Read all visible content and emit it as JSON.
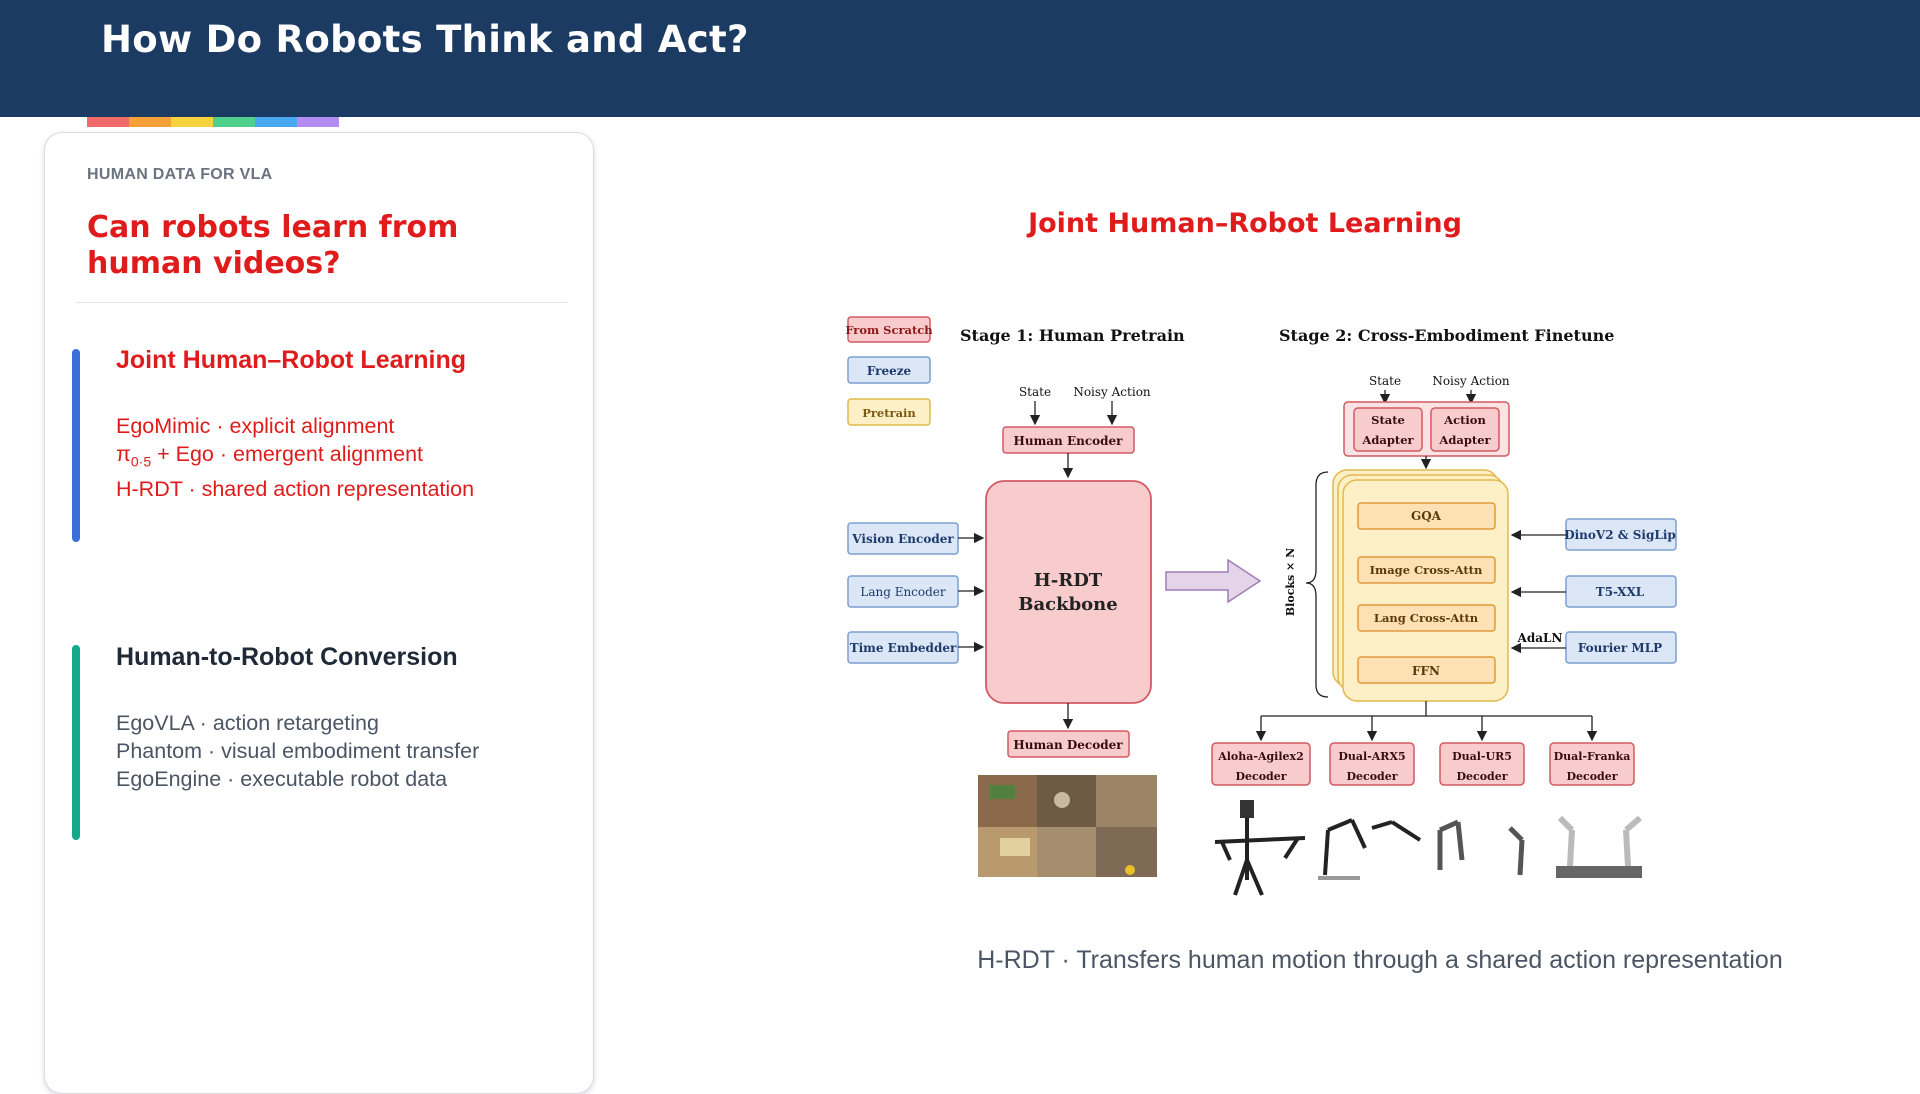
{
  "header": {
    "title": "How Do Robots Think and Act?"
  },
  "colors": {
    "header_bg": "#1b3b63",
    "accent_red": "#e01b1b",
    "bar_blue": "#3b6fd8",
    "bar_green": "#14a88a",
    "rainbow": [
      "#f06a6a",
      "#f5a13a",
      "#f6d33c",
      "#4fd18b",
      "#4aa8f0",
      "#b28cf2"
    ]
  },
  "card": {
    "kicker": "HUMAN DATA FOR VLA",
    "question": "Can robots learn from human videos?",
    "sections": [
      {
        "title": "Joint Human–Robot Learning",
        "lines": [
          "EgoMimic · explicit alignment",
          "+ Ego · emergent alignment",
          "H-RDT · shared action representation"
        ],
        "pi_symbol": "π",
        "pi_sub_a": "0",
        "pi_sub_dot": "·",
        "pi_sub_b": "5"
      },
      {
        "title": "Human-to-Robot Conversion",
        "lines": [
          "EgoVLA · action retargeting",
          "Phantom · visual embodiment transfer",
          "EgoEngine · executable robot data"
        ]
      }
    ]
  },
  "figure": {
    "title": "Joint Human–Robot Learning",
    "caption": "H-RDT · Transfers human motion through a shared action representation",
    "legend": [
      "From Scratch",
      "Freeze",
      "Pretrain"
    ],
    "stage1": "Stage 1:  Human Pretrain",
    "stage2": "Stage 2:  Cross-Embodiment  Finetune",
    "s1_state": "State",
    "s1_noisy": "Noisy Action",
    "human_encoder": "Human Encoder",
    "vision_encoder": "Vision Encoder",
    "lang_encoder": "Lang Encoder",
    "time_embedder": "Time Embedder",
    "backbone_1": "H-RDT",
    "backbone_2": "Backbone",
    "human_decoder": "Human Decoder",
    "s2_state": "State",
    "s2_noisy": "Noisy Action",
    "state_adapter_1": "State",
    "state_adapter_2": "Adapter",
    "action_adapter_1": "Action",
    "action_adapter_2": "Adapter",
    "gqa": "GQA",
    "image_cross": "Image Cross-Attn",
    "lang_cross": "Lang Cross-Attn",
    "ffn": "FFN",
    "blocks": "Blocks × N",
    "dinov2": "DinoV2 & SigLip",
    "t5": "T5-XXL",
    "adaln": "AdaLN",
    "fourier": "Fourier MLP",
    "decoders": [
      {
        "l1": "Aloha-Agilex2",
        "l2": "Decoder"
      },
      {
        "l1": "Dual-ARX5",
        "l2": "Decoder"
      },
      {
        "l1": "Dual-UR5",
        "l2": "Decoder"
      },
      {
        "l1": "Dual-Franka",
        "l2": "Decoder"
      }
    ]
  }
}
